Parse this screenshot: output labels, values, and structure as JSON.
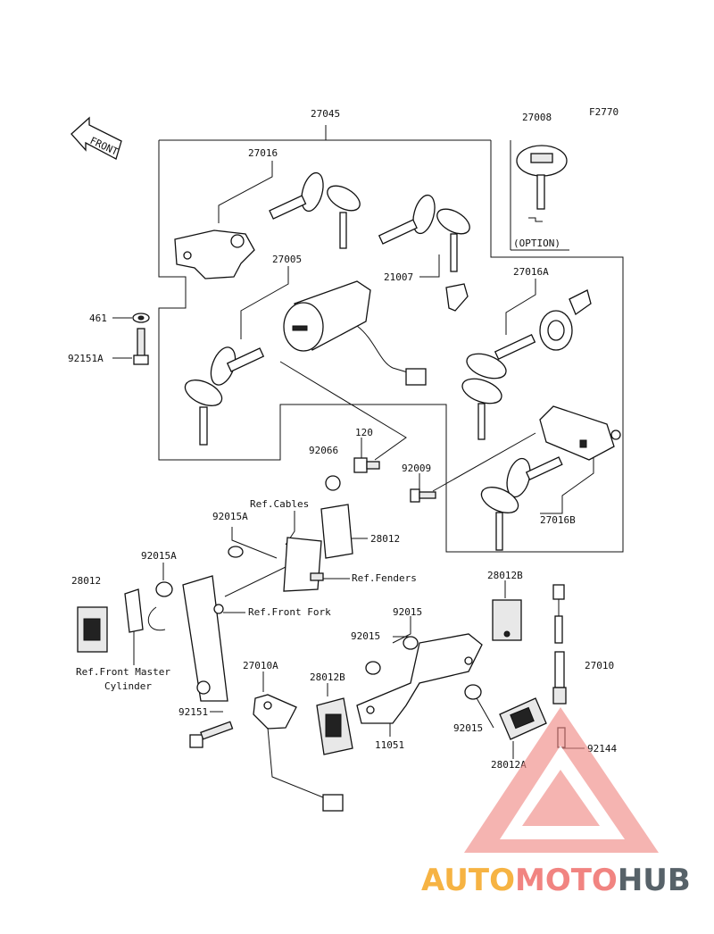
{
  "figure_code": "F2770",
  "front_arrow": "FRONT",
  "option_note": "(OPTION)",
  "labels": {
    "p27045": "27045",
    "p27016": "27016",
    "p27008": "27008",
    "p27005": "27005",
    "p21007": "21007",
    "p27016A": "27016A",
    "p461": "461",
    "p92151A": "92151A",
    "p120": "120",
    "p92066": "92066",
    "p92009": "92009",
    "p27016B": "27016B",
    "refCables": "Ref.Cables",
    "p92015A_1": "92015A",
    "p28012_1": "28012",
    "p92015A_2": "92015A",
    "refFenders": "Ref.Fenders",
    "p28012_2": "28012",
    "p28012B_1": "28012B",
    "refFrontFork": "Ref.Front Fork",
    "p92015_1": "92015",
    "p92015_2": "92015",
    "refFrontMaster1": "Ref.Front Master",
    "refFrontMaster2": "Cylinder",
    "p27010A": "27010A",
    "p27010": "27010",
    "p28012B_2": "28012B",
    "p92151": "92151",
    "p92015_3": "92015",
    "p11051": "11051",
    "p92144": "92144",
    "p28012A": "28012A"
  },
  "watermark": {
    "part1": "AUTO",
    "part2": "MOTO",
    "part3": "HUB",
    "color1": "#f5a623",
    "color2": "#ef6f6c",
    "color3": "#3a4750"
  }
}
